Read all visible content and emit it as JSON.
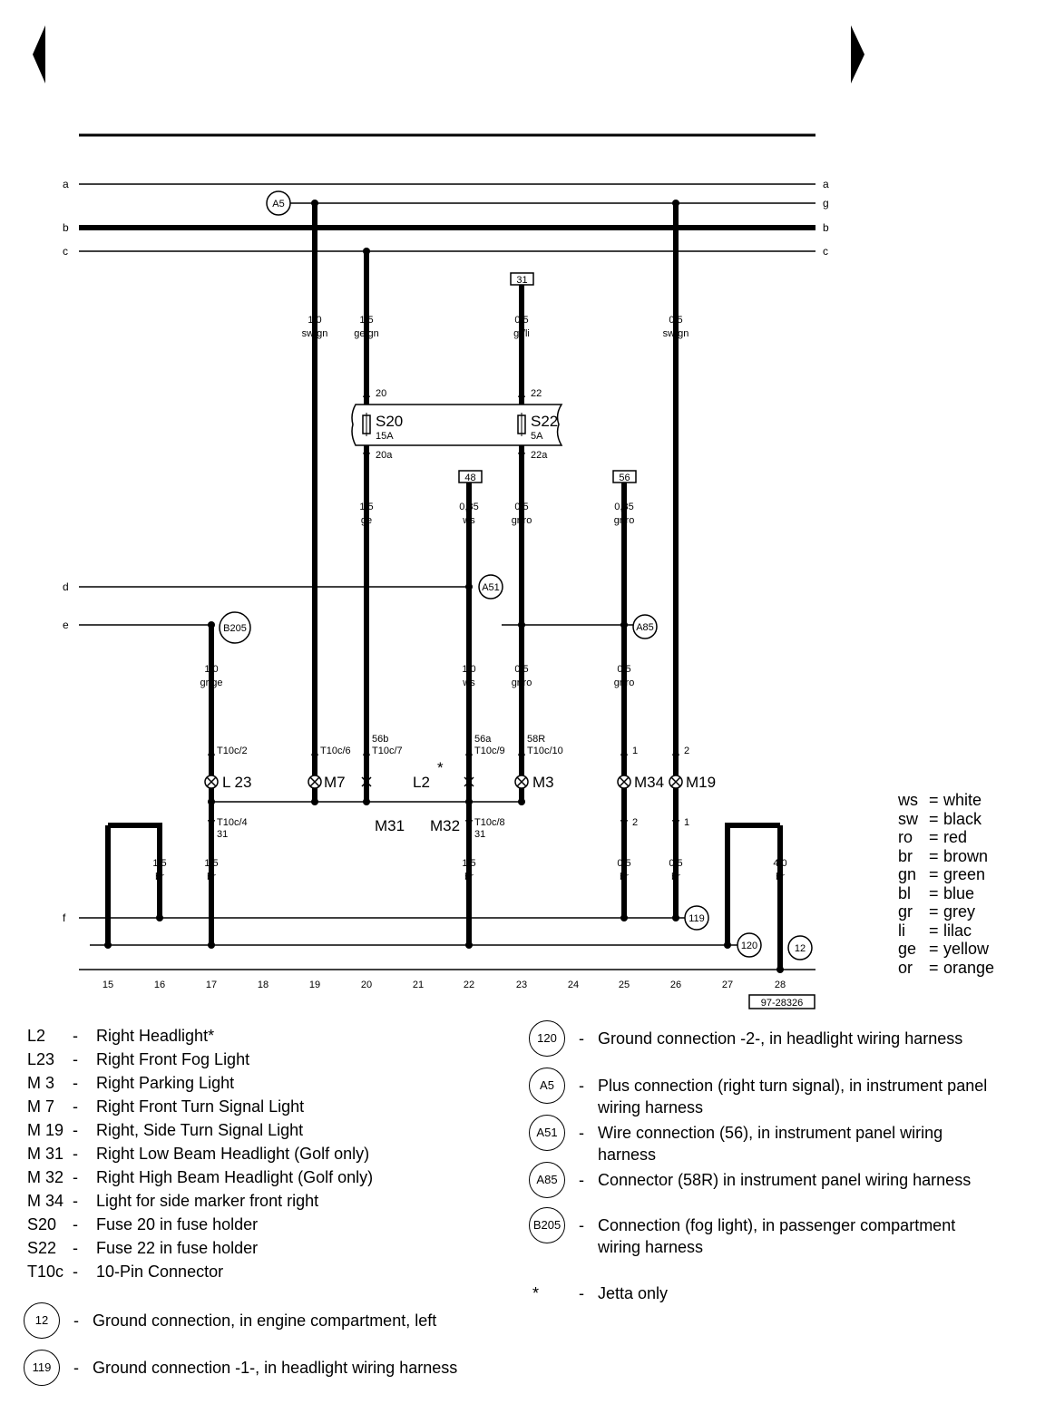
{
  "diagram": {
    "rail_labels": {
      "a": "a",
      "g": "g",
      "b": "b",
      "c": "c",
      "d": "d",
      "e": "e",
      "f": "f"
    },
    "connectors": {
      "A5": "A5",
      "A51": "A51",
      "A85": "A85",
      "B205": "B205",
      "G12": "12",
      "G119": "119",
      "G120": "120"
    },
    "terminals": {
      "t31": "31",
      "t48": "48",
      "t56": "56"
    },
    "wires": {
      "w19a": [
        "1,0",
        "sw/gn"
      ],
      "w20a": [
        "1,5",
        "ge/gn"
      ],
      "w23a": [
        "0,5",
        "gr/li"
      ],
      "w26a": [
        "0,5",
        "sw/gn"
      ],
      "w20b": [
        "1,5",
        "ge"
      ],
      "w22b": [
        "0,35",
        "ws"
      ],
      "w23b": [
        "0,5",
        "gr/ro"
      ],
      "w25b": [
        "0,35",
        "gr/ro"
      ],
      "w17c": [
        "1,0",
        "gr/ge"
      ],
      "w22c": [
        "1,0",
        "ws"
      ],
      "w23c": [
        "0,5",
        "gr/ro"
      ],
      "w25c": [
        "0,5",
        "gr/ro"
      ],
      "w16d": [
        "1,5",
        "br"
      ],
      "w17d": [
        "1,5",
        "br"
      ],
      "w22d": [
        "1,5",
        "br"
      ],
      "w25d": [
        "0,5",
        "br"
      ],
      "w26d": [
        "0,5",
        "br"
      ],
      "w28d": [
        "4,0",
        "br"
      ]
    },
    "fuse_box": {
      "s20": "S20",
      "s20_rating": "15A",
      "s20_in": "20",
      "s20_out": "20a",
      "s22": "S22",
      "s22_rating": "5A",
      "s22_in": "22",
      "s22_out": "22a"
    },
    "pins": {
      "p17": "T10c/2",
      "p19": "T10c/6",
      "p20": "T10c/7",
      "p20_top": "56b",
      "p22": "T10c/9",
      "p22_top": "56a",
      "p23": "T10c/10",
      "p23_top": "58R",
      "p25": "1",
      "p26": "2",
      "p17_low": "T10c/4",
      "p17_low2": "31",
      "p22_low": "T10c/8",
      "p22_low2": "31",
      "p25_low": "2",
      "p26_low": "1"
    },
    "components": {
      "L23": "L 23",
      "M7": "M7",
      "L2": "L2",
      "L2_star": "*",
      "M3": "M3",
      "M34": "M34",
      "M19": "M19",
      "M31": "M31",
      "M32": "M32"
    },
    "columns": [
      "15",
      "16",
      "17",
      "18",
      "19",
      "20",
      "21",
      "22",
      "23",
      "24",
      "25",
      "26",
      "27",
      "28"
    ],
    "diagram_id": "97-28326"
  },
  "legend": [
    {
      "code": "L2",
      "desc": "Right Headlight*"
    },
    {
      "code": "L23",
      "desc": "Right Front Fog Light"
    },
    {
      "code": "M 3",
      "desc": "Right Parking Light"
    },
    {
      "code": "M 7",
      "desc": "Right Front Turn Signal Light"
    },
    {
      "code": "M 19",
      "desc": "Right, Side Turn Signal Light"
    },
    {
      "code": "M 31",
      "desc": "Right Low Beam Headlight (Golf only)"
    },
    {
      "code": "M 32",
      "desc": "Right High Beam Headlight (Golf only)"
    },
    {
      "code": "M 34",
      "desc": "Light for side marker front right"
    },
    {
      "code": "S20",
      "desc": "Fuse 20 in fuse holder"
    },
    {
      "code": "S22",
      "desc": "Fuse 22 in fuse holder"
    },
    {
      "code": "T10c",
      "desc": "10-Pin Connector"
    }
  ],
  "grounds_left": [
    {
      "id": "12",
      "desc": "Ground connection, in engine compartment, left"
    },
    {
      "id": "119",
      "desc": "Ground connection -1-, in headlight wiring harness"
    }
  ],
  "grounds_right": [
    {
      "id": "120",
      "desc": "Ground connection -2-, in headlight wiring harness"
    },
    {
      "id": "A5",
      "desc": "Plus connection (right turn signal), in instrument panel wiring harness"
    },
    {
      "id": "A51",
      "desc": "Wire connection (56), in instrument panel wiring harness"
    },
    {
      "id": "A85",
      "desc": "Connector (58R) in instrument panel wiring harness"
    },
    {
      "id": "B205",
      "desc": "Connection (fog light), in passenger compartment wiring harness"
    }
  ],
  "jetta_note": {
    "mark": "*",
    "desc": "Jetta only"
  },
  "dash": "-",
  "colors": [
    {
      "abbr": "ws",
      "name": "white"
    },
    {
      "abbr": "sw",
      "name": "black"
    },
    {
      "abbr": "ro",
      "name": "red"
    },
    {
      "abbr": "br",
      "name": "brown"
    },
    {
      "abbr": "gn",
      "name": "green"
    },
    {
      "abbr": "bl",
      "name": "blue"
    },
    {
      "abbr": "gr",
      "name": "grey"
    },
    {
      "abbr": "li",
      "name": "lilac"
    },
    {
      "abbr": "ge",
      "name": "yellow"
    },
    {
      "abbr": "or",
      "name": "orange"
    }
  ],
  "eq": "="
}
